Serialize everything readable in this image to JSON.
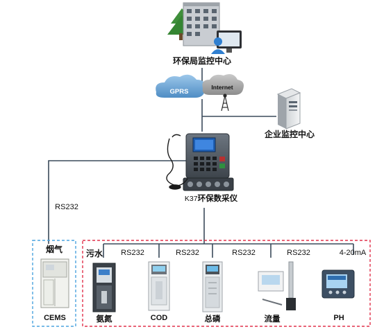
{
  "nodes": {
    "epb_center": "环保局监控中心",
    "gprs": "GPRS",
    "internet": "Internet",
    "enterprise_center": "企业监控中心",
    "logger_model": "K37",
    "logger_name": "环保数采仪"
  },
  "links": {
    "flue_link": "RS232",
    "rs232_1": "RS232",
    "rs232_2": "RS232",
    "rs232_3": "RS232",
    "rs232_4": "RS232",
    "analog": "4-20mA"
  },
  "groups": {
    "flue_gas": "烟气",
    "waste_water": "污水"
  },
  "devices": {
    "cems": "CEMS",
    "ammonia": "氨氮",
    "cod": "COD",
    "phosphorus": "总磷",
    "flow": "流量",
    "ph": "PH"
  },
  "colors": {
    "line": "#3a4a5a",
    "flue_box": "#4aa3df",
    "water_box": "#e0314a",
    "cloud": "#6fa8d6"
  }
}
